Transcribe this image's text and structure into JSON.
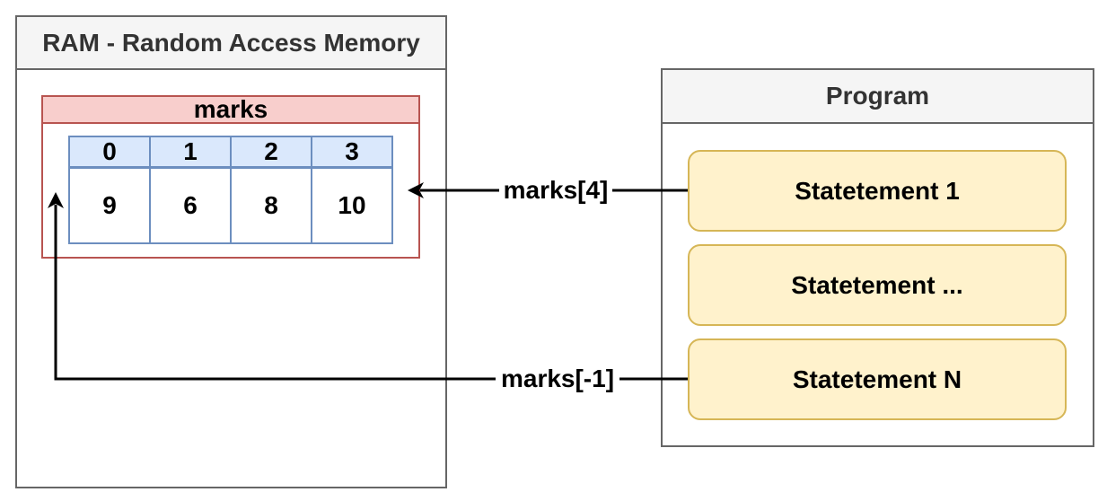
{
  "ram": {
    "title": "RAM - Random Access Memory"
  },
  "array": {
    "name": "marks",
    "indices": [
      "0",
      "1",
      "2",
      "3"
    ],
    "values": [
      "9",
      "6",
      "8",
      "10"
    ]
  },
  "program": {
    "title": "Program",
    "statements": [
      "Statetement 1",
      "Statetement ...",
      "Statetement N"
    ]
  },
  "edges": {
    "access_4": "marks[4]",
    "access_neg1": "marks[-1]"
  },
  "colors": {
    "container_border": "#666666",
    "container_header": "#f5f5f5",
    "array_border": "#b85450",
    "array_header": "#f8cecc",
    "cell_border": "#6c8ebf",
    "index_fill": "#dae8fc",
    "statement_border": "#d6b656",
    "statement_fill": "#fff2cc"
  }
}
